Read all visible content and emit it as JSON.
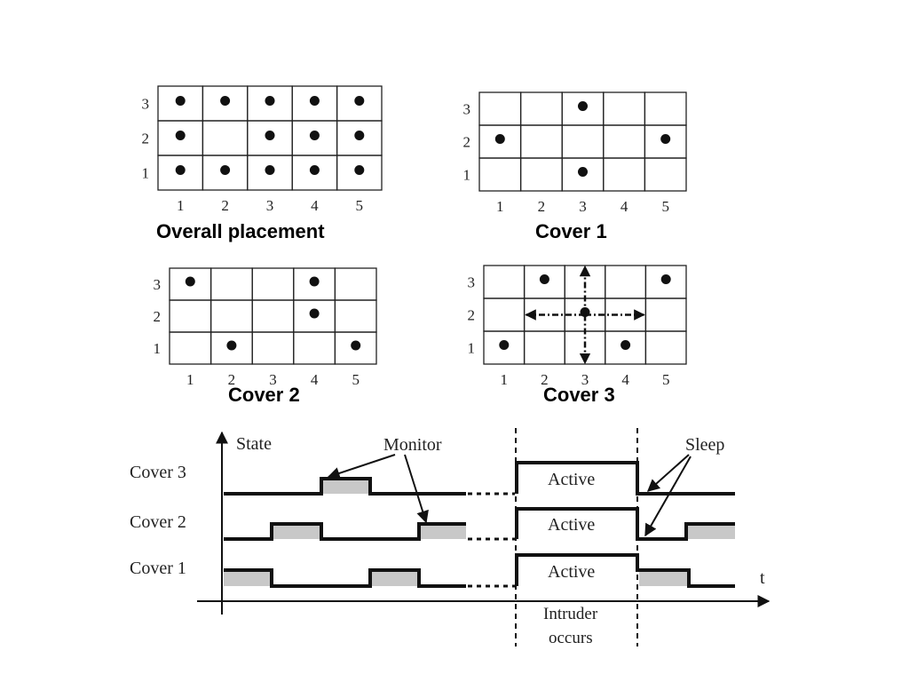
{
  "grids": [
    {
      "id": "overall",
      "caption": "Overall placement",
      "col_labels": [
        "1",
        "2",
        "3",
        "4",
        "5"
      ],
      "row_labels": [
        "3",
        "2",
        "1"
      ],
      "dots": [
        [
          1,
          3
        ],
        [
          2,
          3
        ],
        [
          3,
          3
        ],
        [
          4,
          3
        ],
        [
          5,
          3
        ],
        [
          1,
          2
        ],
        [
          3,
          2
        ],
        [
          4,
          2
        ],
        [
          5,
          2
        ],
        [
          1,
          1
        ],
        [
          2,
          1
        ],
        [
          3,
          1
        ],
        [
          4,
          1
        ],
        [
          5,
          1
        ]
      ]
    },
    {
      "id": "cover1",
      "caption": "Cover 1",
      "col_labels": [
        "1",
        "2",
        "3",
        "4",
        "5"
      ],
      "row_labels": [
        "3",
        "2",
        "1"
      ],
      "dots": [
        [
          3,
          3
        ],
        [
          1,
          2
        ],
        [
          5,
          2
        ],
        [
          3,
          1
        ]
      ]
    },
    {
      "id": "cover2",
      "caption": "Cover 2",
      "col_labels": [
        "1",
        "2",
        "3",
        "4",
        "5"
      ],
      "row_labels": [
        "3",
        "2",
        "1"
      ],
      "dots": [
        [
          1,
          3
        ],
        [
          4,
          3
        ],
        [
          4,
          2
        ],
        [
          2,
          1
        ],
        [
          5,
          1
        ]
      ]
    },
    {
      "id": "cover3",
      "caption": "Cover 3",
      "col_labels": [
        "1",
        "2",
        "3",
        "4",
        "5"
      ],
      "row_labels": [
        "3",
        "2",
        "1"
      ],
      "dots": [
        [
          2,
          3
        ],
        [
          5,
          3
        ],
        [
          3,
          2
        ],
        [
          1,
          1
        ],
        [
          4,
          1
        ]
      ],
      "arrows_from": [
        3,
        2
      ]
    }
  ],
  "timing": {
    "y_axis_label": "State",
    "x_axis_label": "t",
    "rows": [
      "Cover 3",
      "Cover 2",
      "Cover 1"
    ],
    "monitor_label": "Monitor",
    "sleep_label": "Sleep",
    "active_label": "Active",
    "intruder_label_line1": "Intruder",
    "intruder_label_line2": "occurs"
  },
  "colors": {
    "ink": "#111111",
    "monitor_fill": "#c8c8c8",
    "grid_stroke": "#222222"
  }
}
